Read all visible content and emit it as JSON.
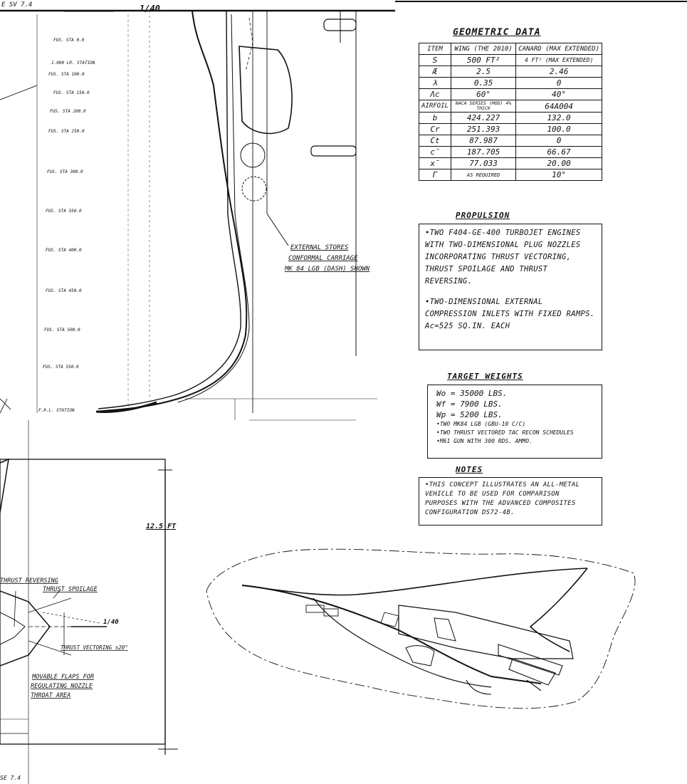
{
  "header": {
    "top_left_text": "E  SV  7.4",
    "scale_mark": "1/40"
  },
  "geometric_data": {
    "title": "GEOMETRIC DATA",
    "columns": [
      "ITEM",
      "WING (THE 2010)",
      "CANARD (MAX EXTENDED)"
    ],
    "rows": [
      [
        "S",
        "500 FT²",
        "4 FT² (MAX EXTENDED)"
      ],
      [
        "Æ",
        "2.5",
        "2.46"
      ],
      [
        "λ",
        "0.35",
        "0"
      ],
      [
        "Λc",
        "60°",
        "40°"
      ],
      [
        "AIRFOIL",
        "NACA SERIES (MOD) 4% THICK",
        "64A004"
      ],
      [
        "b",
        "424.227",
        "132.0"
      ],
      [
        "Cr",
        "251.393",
        "100.0"
      ],
      [
        "Ct",
        "87.987",
        "0"
      ],
      [
        "c̄",
        "187.705",
        "66.67"
      ],
      [
        "x̄",
        "77.033",
        "20.00"
      ],
      [
        "Γ",
        "AS REQUIRED",
        "10°"
      ]
    ]
  },
  "propulsion": {
    "title": "PROPULSION",
    "para1": "•TWO F404-GE-400 TURBOJET ENGINES WITH TWO-DIMENSIONAL PLUG NOZZLES INCORPORATING THRUST VECTORING, THRUST SPOILAGE AND THRUST REVERSING.",
    "para2": "•TWO-DIMENSIONAL EXTERNAL COMPRESSION INLETS WITH FIXED RAMPS. Ac=525 SQ.IN. EACH"
  },
  "target_weights": {
    "title": "TARGET WEIGHTS",
    "line1": "Wo = 35000 LBS.",
    "line2": "Wf = 7900 LBS.",
    "line3": "Wp = 5200 LBS.",
    "sub1": "•TWO MK84 LGB (GBU-10 C/C)",
    "sub2": "•TWO THRUST VECTORED TAC RECON SCHEDULES",
    "sub3": "•M61 GUN WITH 300 RDS. AMMO."
  },
  "notes": {
    "title": "NOTES",
    "text": "•THIS CONCEPT ILLUSTRATES AN ALL-METAL VEHICLE TO BE USED FOR COMPARISON PURPOSES WITH THE ADVANCED COMPOSITES CONFIGURATION DS72-4B."
  },
  "callouts": {
    "external_stores": "EXTERNAL STORES",
    "conformal_carriage": "CONFORMAL CARRIAGE",
    "mk84": "MK 84 LGB (DASH) SHOWN",
    "dim_12_5": "12.5 FT",
    "thrust_reversing": "THRUST REVERSING",
    "thrust_spoilage": "THRUST SPOILAGE",
    "thrust_vectoring": "THRUST VECTORING ±20°",
    "movable_flaps_1": "MOVABLE FLAPS FOR",
    "movable_flaps_2": "REGULATING NOZZLE",
    "movable_flaps_3": "THROAT AREA",
    "bottom_left": "SE  7.4"
  },
  "left_labels": [
    "FUS. STA 0.0",
    "1.000 LR. STATION",
    "FUS. STA 100.0",
    "FUS. STA 150.0",
    "FUS. STA 200.0",
    "FUS. STA 250.0",
    "FUS. STA 300.0",
    "FUS. STA 350.0",
    "FUS. STA 400.0",
    "FUS. STA 450.0",
    "FUS. STA 500.0",
    "FUS. STA 550.0",
    "F.R.L. STATION"
  ]
}
